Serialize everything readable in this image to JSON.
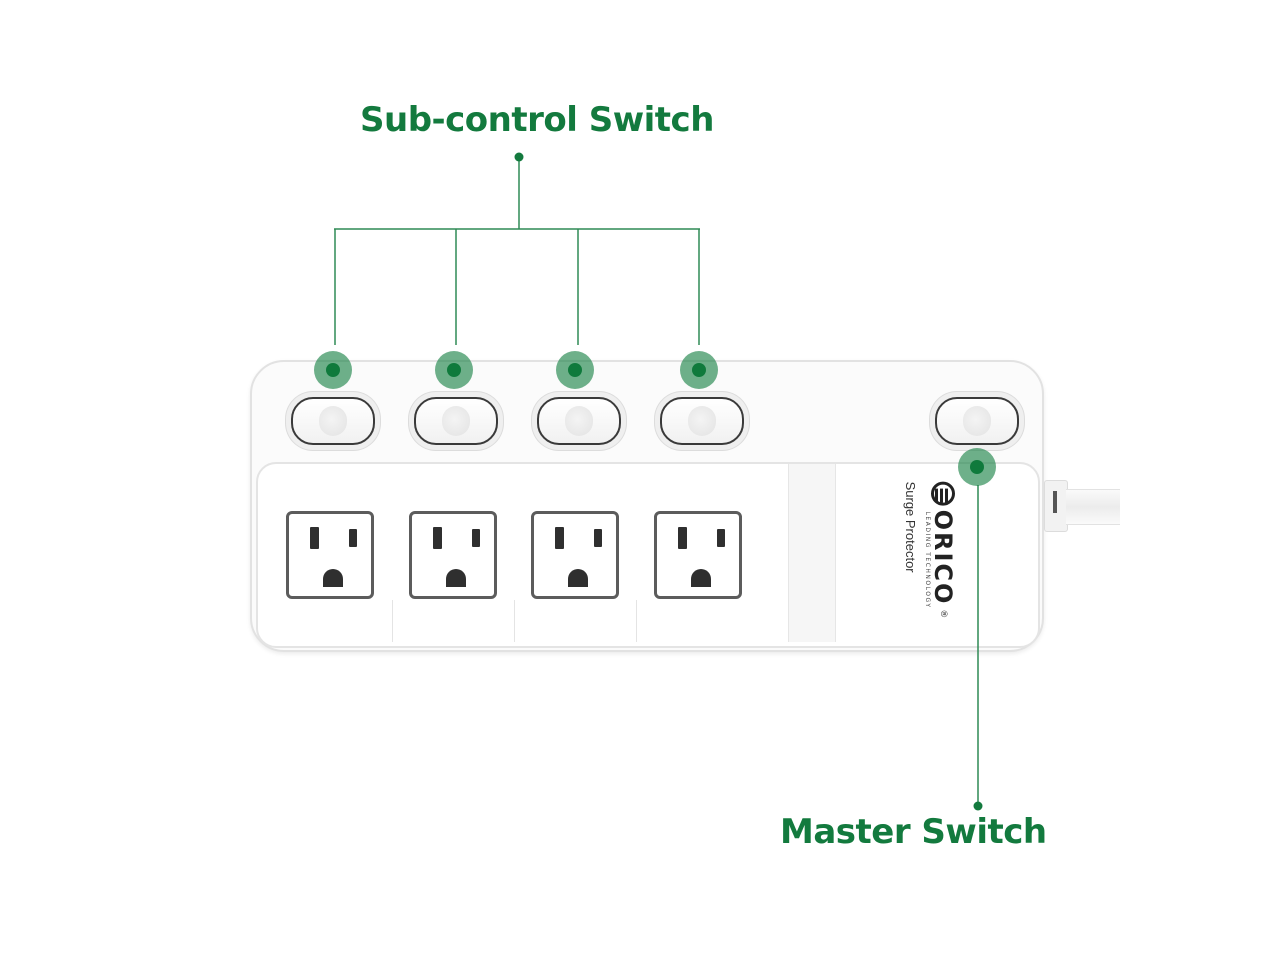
{
  "callouts": {
    "sub_control": {
      "label": "Sub-control Switch",
      "count": 4
    },
    "master": {
      "label": "Master Switch"
    }
  },
  "device": {
    "brand": "ORICO",
    "registered_mark": "®",
    "tagline": "LEADING TECHNOLOGY",
    "product_name": "Surge Protector",
    "outlets": 4,
    "switches": [
      {
        "name": "sub-control-switch-1",
        "state": "off"
      },
      {
        "name": "sub-control-switch-2",
        "state": "off"
      },
      {
        "name": "sub-control-switch-3",
        "state": "off"
      },
      {
        "name": "sub-control-switch-4",
        "state": "off"
      },
      {
        "name": "master-switch",
        "state": "off"
      }
    ]
  },
  "colors": {
    "accent_green": "#137a3e",
    "marker_green": "#158042",
    "device_body": "#ffffff"
  }
}
